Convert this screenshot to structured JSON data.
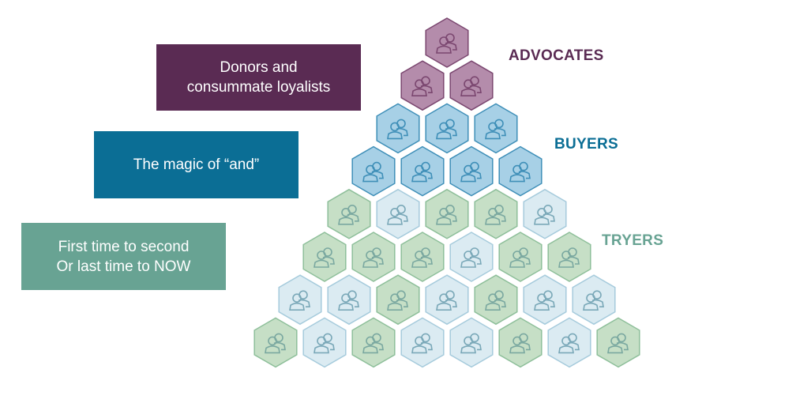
{
  "boxes": {
    "donors": {
      "line1": "Donors and",
      "line2": "consummate loyalists"
    },
    "magic": {
      "line1": "The magic of “and”"
    },
    "first": {
      "line1": "First time to second",
      "line2": "Or last time to NOW"
    }
  },
  "tiers": {
    "advocates": {
      "label": "ADVOCATES",
      "color": "#5a2b53"
    },
    "buyers": {
      "label": "BUYERS",
      "color": "#0b6e95"
    },
    "tryers": {
      "label": "TRYERS",
      "color": "#68a393"
    }
  },
  "hex_styles": {
    "advocate": {
      "fill": "#b48cab",
      "stroke": "#7b4770",
      "icon": "#7b4770"
    },
    "buyer": {
      "fill": "#a7d0e6",
      "stroke": "#3f8fb8",
      "icon": "#3f8fb8"
    },
    "tryer_green": {
      "fill": "#c6dfc6",
      "stroke": "#8ebf9a",
      "icon": "#7aa8a0"
    },
    "tryer_light": {
      "fill": "#dbebf2",
      "stroke": "#a6cbdc",
      "icon": "#7aa8b8"
    }
  },
  "pyramid_rows": [
    {
      "tier": "advocates",
      "cells": [
        "advocate"
      ]
    },
    {
      "tier": "advocates",
      "cells": [
        "advocate",
        "advocate"
      ]
    },
    {
      "tier": "buyers",
      "cells": [
        "buyer",
        "buyer",
        "buyer"
      ]
    },
    {
      "tier": "buyers",
      "cells": [
        "buyer",
        "buyer",
        "buyer",
        "buyer"
      ]
    },
    {
      "tier": "tryers",
      "cells": [
        "tryer_green",
        "tryer_light",
        "tryer_green",
        "tryer_green",
        "tryer_light"
      ]
    },
    {
      "tier": "tryers",
      "cells": [
        "tryer_green",
        "tryer_green",
        "tryer_green",
        "tryer_light",
        "tryer_green",
        "tryer_green"
      ]
    },
    {
      "tier": "tryers",
      "cells": [
        "tryer_light",
        "tryer_light",
        "tryer_green",
        "tryer_light",
        "tryer_green",
        "tryer_light",
        "tryer_light"
      ]
    },
    {
      "tier": "tryers",
      "cells": [
        "tryer_green",
        "tryer_light",
        "tryer_green",
        "tryer_light",
        "tryer_light",
        "tryer_green",
        "tryer_light",
        "tryer_green"
      ]
    }
  ]
}
